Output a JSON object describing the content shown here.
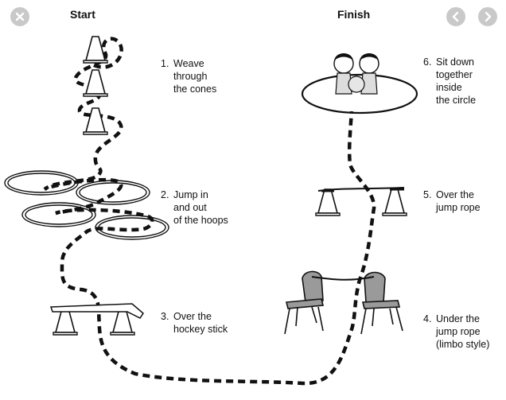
{
  "controls": {
    "close_icon": "close-icon",
    "prev_icon": "chevron-left-icon",
    "next_icon": "chevron-right-icon"
  },
  "titles": {
    "start": "Start",
    "finish": "Finish"
  },
  "steps": [
    {
      "num": "1.",
      "lines": [
        "Weave",
        "through",
        "the cones"
      ]
    },
    {
      "num": "2.",
      "lines": [
        "Jump in",
        "and out",
        "of the hoops"
      ]
    },
    {
      "num": "3.",
      "lines": [
        "Over the",
        "hockey stick"
      ]
    },
    {
      "num": "4.",
      "lines": [
        "Under the",
        "jump rope",
        "(limbo style)"
      ]
    },
    {
      "num": "5.",
      "lines": [
        "Over the",
        "jump rope"
      ]
    },
    {
      "num": "6.",
      "lines": [
        "Sit down",
        "together",
        "inside",
        "the circle"
      ]
    }
  ],
  "colors": {
    "ink": "#111111",
    "button": "#c9c9c9",
    "cone": "#ffffff",
    "chair": "#9a9a9a"
  }
}
